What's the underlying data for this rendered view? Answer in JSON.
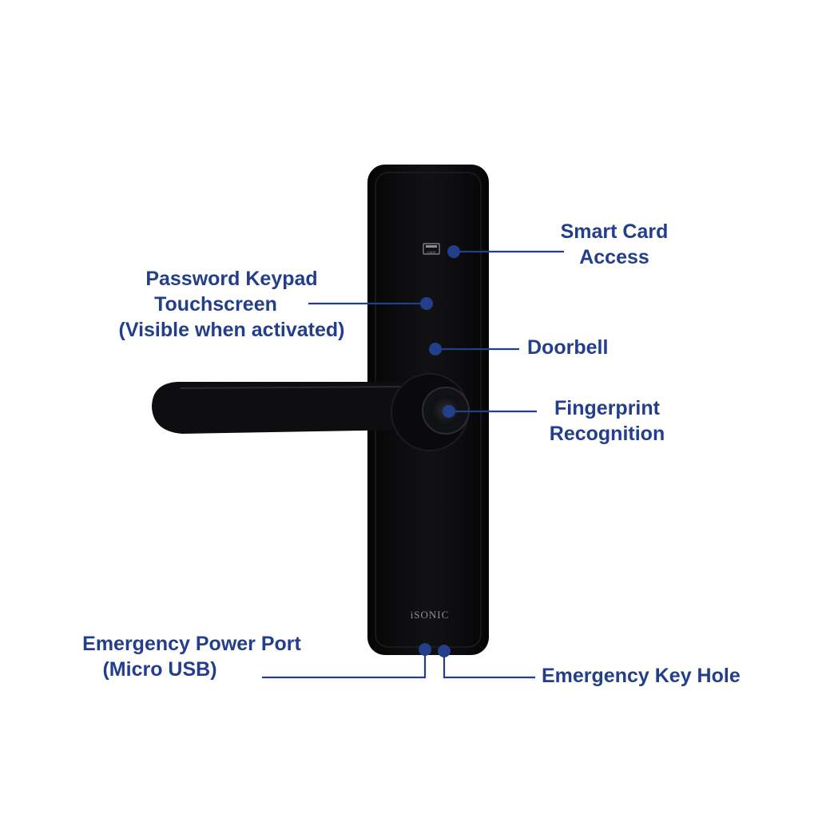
{
  "colors": {
    "label": "#233e8b",
    "leader": "#233e8b",
    "lock_body": "#0c0c0e",
    "background": "#ffffff"
  },
  "device": {
    "brand_logo": "iSONIC",
    "card_icon_text": "CARD"
  },
  "callouts": {
    "smart_card": [
      "Smart Card",
      "Access"
    ],
    "password_keypad": [
      "Password Keypad",
      "Touchscreen",
      "(Visible when activated)"
    ],
    "doorbell": [
      "Doorbell"
    ],
    "fingerprint": [
      "Fingerprint",
      "Recognition"
    ],
    "power_port": [
      "Emergency Power Port",
      "(Micro USB)"
    ],
    "key_hole": [
      "Emergency Key Hole"
    ]
  }
}
